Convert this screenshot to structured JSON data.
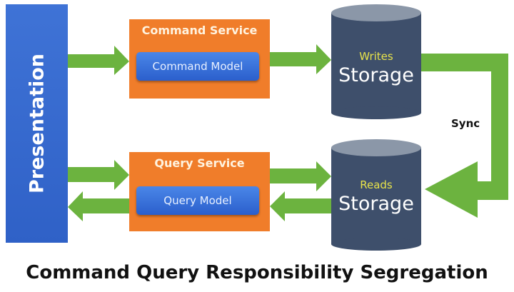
{
  "presentation": {
    "label": "Presentation"
  },
  "command_service": {
    "title": "Command Service",
    "model": "Command Model"
  },
  "query_service": {
    "title": "Query Service",
    "model": "Query Model"
  },
  "writes_storage": {
    "subtitle": "Writes",
    "label": "Storage"
  },
  "reads_storage": {
    "subtitle": "Reads",
    "label": "Storage"
  },
  "sync": {
    "label": "Sync"
  },
  "caption": "Command Query Responsibility Segregation",
  "colors": {
    "presentation": "#3468d0",
    "service": "#f07d2a",
    "model": "#3a72dc",
    "storage": "#3e4f6b",
    "storage_top": "#8b97a8",
    "arrow": "#6cb33f",
    "storage_subtitle": "#e8e34a"
  }
}
